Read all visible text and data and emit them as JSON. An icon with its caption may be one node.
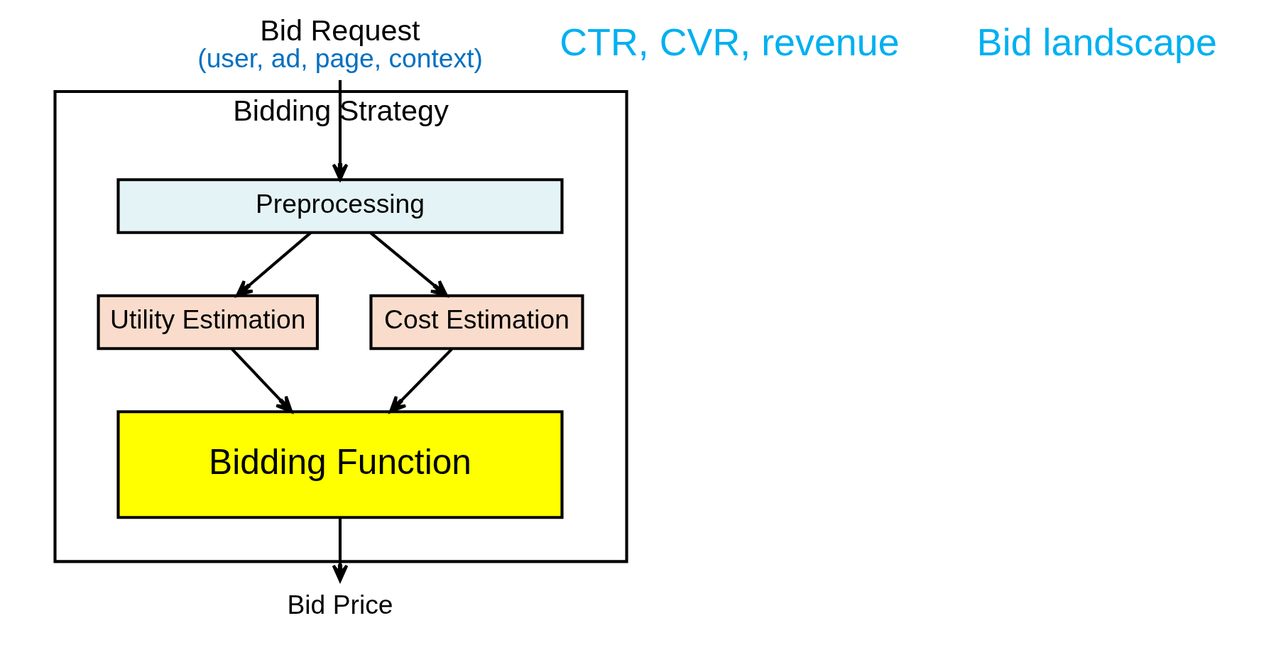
{
  "diagram": {
    "nodes": [
      {
        "text": [
          "Bidding Strategy"
        ]
      },
      {
        "text": [
          "Preprocessing"
        ],
        "in": 0
      },
      {
        "text": [
          "Utility Estimation"
        ],
        "in": 0
      },
      {
        "text": [
          "Cost Estimation"
        ],
        "in": 0
      },
      {
        "text": [
          "Bidding Function"
        ],
        "in": 0
      },
      {
        "text": [
          "Bid Request",
          "(user, ad, page, context)"
        ]
      },
      {
        "text": [
          "Bid Price"
        ]
      }
    ],
    "edges": [
      {
        "from": 5,
        "to": 1,
        "arrow": "to"
      },
      {
        "from": 1,
        "to": 2,
        "arrow": "to"
      },
      {
        "from": 1,
        "to": 3,
        "arrow": "to"
      },
      {
        "from": 2,
        "to": 4,
        "arrow": "to"
      },
      {
        "from": 3,
        "to": 4,
        "arrow": "to"
      },
      {
        "from": 4,
        "to": 6,
        "arrow": "to"
      }
    ],
    "labels": [
      "CTR, CVR, revenue",
      "Bid landscape"
    ]
  }
}
